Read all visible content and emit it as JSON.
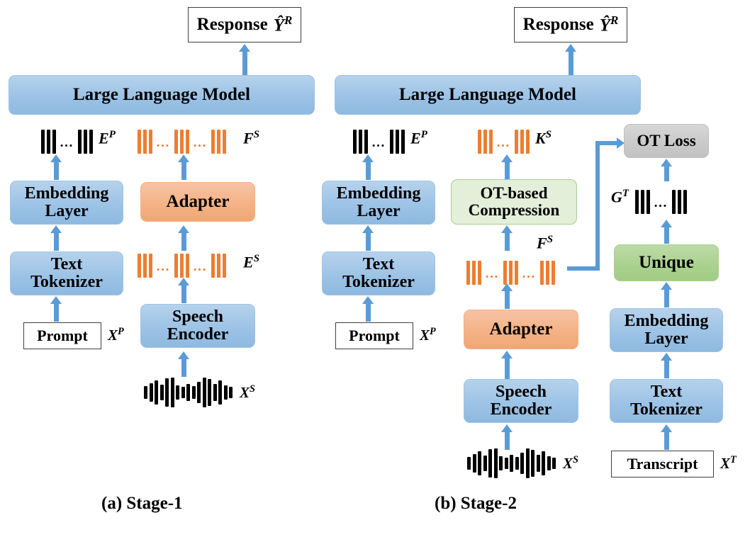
{
  "figure": {
    "panels": [
      {
        "id": "stage1",
        "caption": "(a) Stage-1",
        "blocks": {
          "response": "Response",
          "response_symbol": "Ŷ",
          "response_symbol_sup": "R",
          "llm": "Large Language Model",
          "embedding_layer": "Embedding Layer",
          "text_tokenizer": "Text Tokenizer",
          "prompt": "Prompt",
          "adapter": "Adapter",
          "speech_encoder": "Speech Encoder"
        },
        "symbols": {
          "ep": "E",
          "ep_sup": "P",
          "fs": "F",
          "fs_sup": "S",
          "es": "E",
          "es_sup": "S",
          "xp": "X",
          "xp_sup": "P",
          "xs": "X",
          "xs_sup": "S"
        },
        "token_groups": {
          "ep": {
            "color": "black",
            "groups": [
              3,
              3
            ],
            "separators": [
              "…"
            ]
          },
          "fs": {
            "color": "orange",
            "groups": [
              3,
              3,
              3
            ],
            "separators": [
              "…",
              "…"
            ]
          },
          "es": {
            "color": "orange",
            "groups": [
              3,
              3,
              3
            ],
            "separators": [
              "…",
              "…"
            ]
          }
        },
        "waveform_bars": [
          18,
          26,
          34,
          22,
          40,
          42,
          20,
          16,
          24,
          18,
          30,
          42,
          38,
          24,
          34,
          20,
          16
        ]
      },
      {
        "id": "stage2",
        "caption": "(b) Stage-2",
        "blocks": {
          "response": "Response",
          "response_symbol": "Ŷ",
          "response_symbol_sup": "R",
          "llm": "Large Language Model",
          "embedding_layer": "Embedding Layer",
          "text_tokenizer": "Text Tokenizer",
          "prompt": "Prompt",
          "ot_compression": "OT-based Compression",
          "adapter": "Adapter",
          "speech_encoder": "Speech Encoder",
          "ot_loss": "OT Loss",
          "unique": "Unique",
          "embedding_layer_2": "Embedding Layer",
          "text_tokenizer_2": "Text Tokenizer",
          "transcript": "Transcript"
        },
        "symbols": {
          "ep": "E",
          "ep_sup": "P",
          "ks": "K",
          "ks_sup": "S",
          "fs": "F",
          "fs_sup": "S",
          "gt": "G",
          "gt_sup": "T",
          "xp": "X",
          "xp_sup": "P",
          "xs": "X",
          "xs_sup": "S",
          "xt": "X",
          "xt_sup": "T"
        },
        "token_groups": {
          "ep": {
            "color": "black",
            "groups": [
              3,
              3
            ],
            "separators": [
              "…"
            ]
          },
          "ks": {
            "color": "orange",
            "groups": [
              3,
              3
            ],
            "separators": [
              "…"
            ]
          },
          "fs": {
            "color": "orange",
            "groups": [
              3,
              3,
              3
            ],
            "separators": [
              "…",
              "…"
            ]
          },
          "gt": {
            "color": "black",
            "groups": [
              3,
              3
            ],
            "separators": [
              "…"
            ]
          }
        },
        "waveform_bars": [
          18,
          26,
          34,
          22,
          40,
          42,
          20,
          16,
          24,
          18,
          30,
          42,
          38,
          24,
          34,
          20,
          16
        ]
      }
    ],
    "colors": {
      "blue_block": "#9DC3E6",
      "orange_block": "#F4B183",
      "green_light_block": "#E3EFD9",
      "green_mid_block": "#A9D18E",
      "grey_block": "#C9C9C9",
      "arrow": "#5B9BD5",
      "black_token": "#000000",
      "orange_token": "#ED7D31"
    }
  }
}
